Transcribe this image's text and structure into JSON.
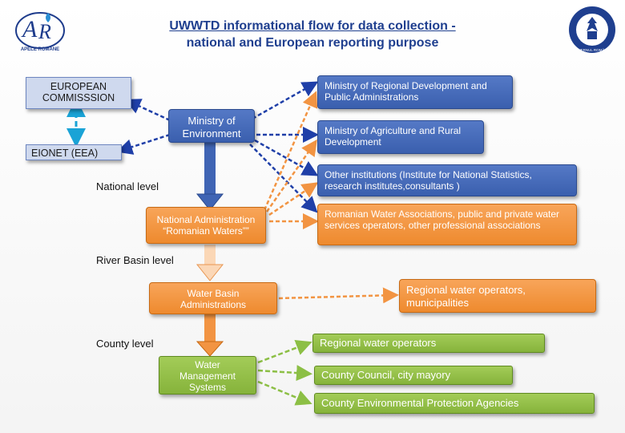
{
  "title": {
    "line1": "UWWTD informational flow for data collection -",
    "line2": "national  and European reporting purpose"
  },
  "logos": {
    "left_text": "APELE ROMÂNE",
    "right_text": "GUVERNUL ROMÂNIEI"
  },
  "nodes": {
    "european_commission": "EUROPEAN\nCOMMISSSION",
    "eionet": "EIONET (EEA)",
    "ministry_environment": "Ministry of\nEnvironment",
    "ministry_regional": "Ministry of Regional Development and Public Administrations",
    "ministry_agriculture": "Ministry of Agriculture and Rural Development",
    "other_institutions": "Other institutions (Institute for National Statistics, research institutes,consultants )",
    "national_admin": "National Administration\n“Romanian Waters””",
    "ro_water_associations": "Romanian Water Associations, public and private water services operators, other professional associations",
    "water_basin_admin": "Water Basin\nAdministrations",
    "regional_operators_munis": "Regional water operators,\nmunicipalities",
    "regional_operators": "Regional water operators",
    "water_mgmt_systems": "Water\nManagement\nSystems",
    "county_council": "County Council, city mayory",
    "county_env_agencies": "County Environmental Protection Agencies"
  },
  "levels": {
    "national": "National level",
    "river_basin": "River Basin level",
    "county": "County level"
  },
  "colors": {
    "blue": "#3f64b4",
    "dashed_blue": "#1f3fa8",
    "orange": "#f29442",
    "green": "#8cbf45",
    "cyan": "#1aa3d6"
  }
}
